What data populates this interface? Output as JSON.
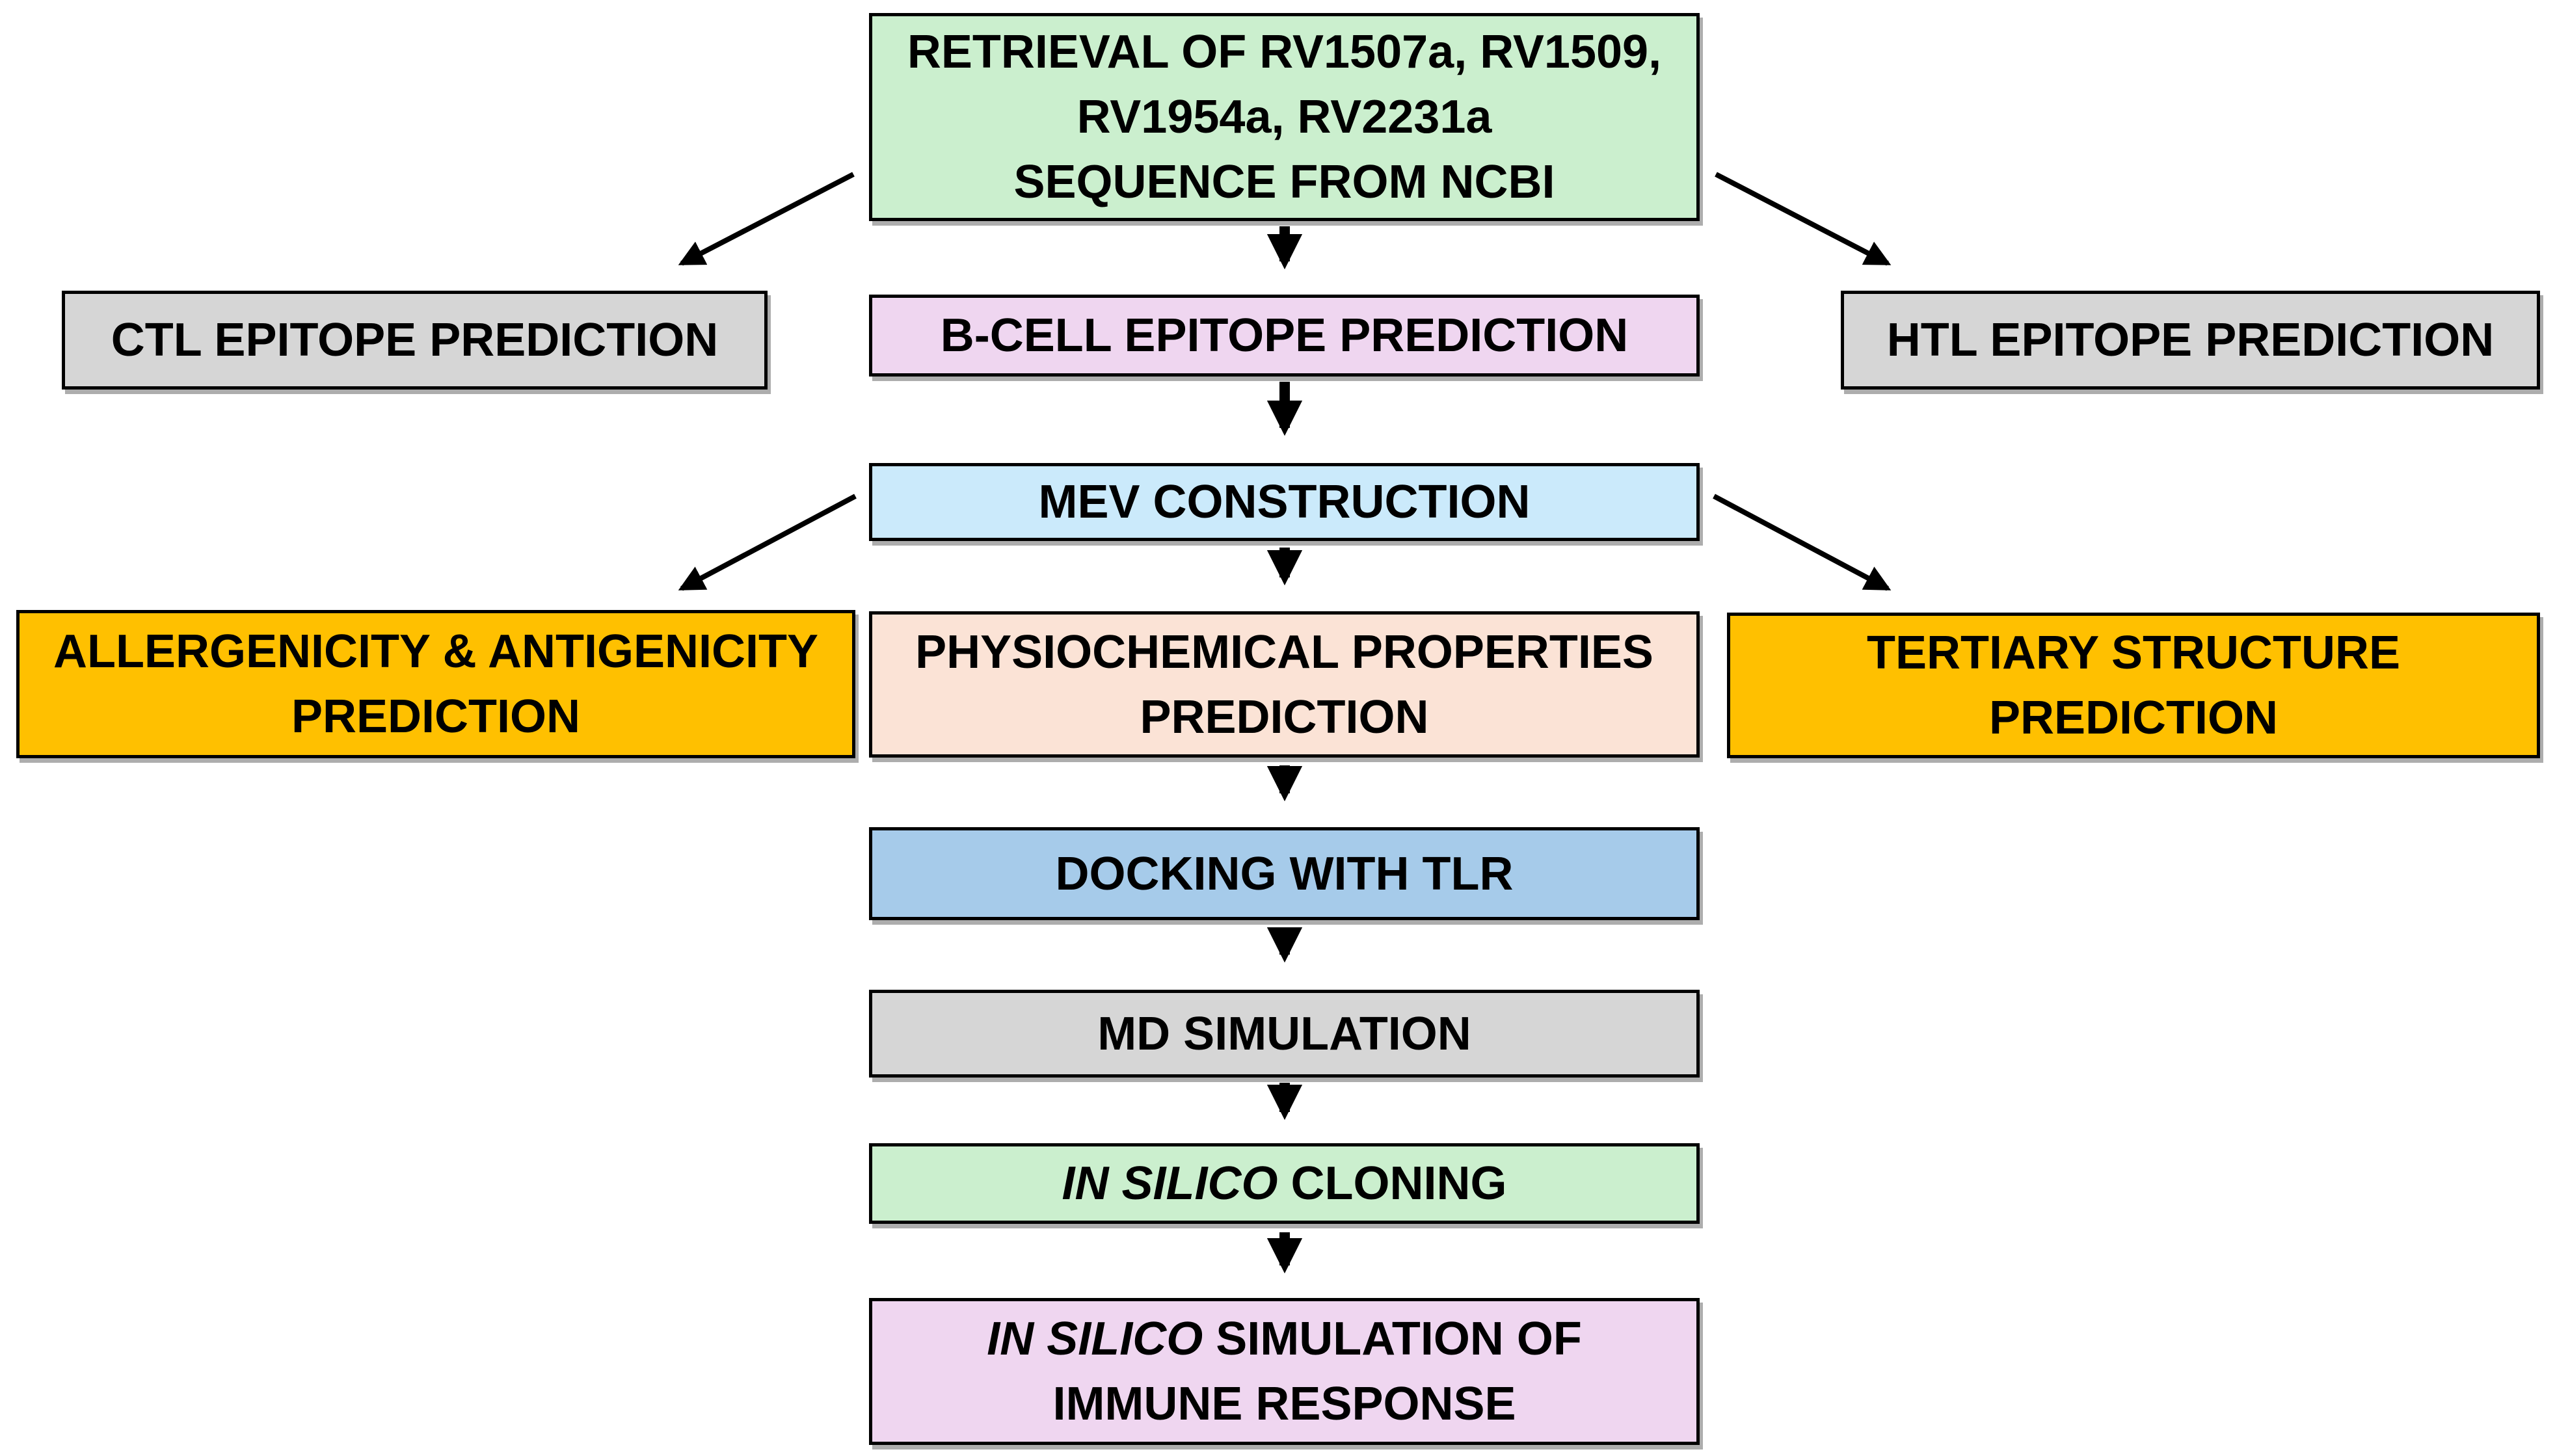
{
  "page": {
    "background": "#FFFFFF"
  },
  "diagram": {
    "type": "flowchart",
    "boxes": {
      "retrieval": {
        "label": "RETRIEVAL OF RV1507a, RV1509,\nRV1954a, RV2231a\nSEQUENCE FROM NCBI",
        "fill": "#CBEFCE"
      },
      "ctl": {
        "label": "CTL EPITOPE PREDICTION",
        "fill": "#D6D6D6"
      },
      "bcell": {
        "label": "B-CELL EPITOPE PREDICTION",
        "fill": "#EFD6F0"
      },
      "htl": {
        "label": "HTL EPITOPE PREDICTION",
        "fill": "#D6D6D6"
      },
      "mev": {
        "label": "MEV CONSTRUCTION",
        "fill": "#CBEAFB"
      },
      "allergenicity": {
        "label": "ALLERGENICITY & ANTIGENICITY\nPREDICTION",
        "fill": "#FFC000"
      },
      "physiochemical": {
        "label": "PHYSIOCHEMICAL PROPERTIES\nPREDICTION",
        "fill": "#FBE3D6"
      },
      "tertiary": {
        "label": "TERTIARY STRUCTURE\nPREDICTION",
        "fill": "#FFC000"
      },
      "docking": {
        "label": "DOCKING WITH TLR",
        "fill": "#A6CBEA"
      },
      "md": {
        "label": "MD SIMULATION",
        "fill": "#D6D6D6"
      },
      "cloning": {
        "label_italic": "IN SILICO",
        "label_rest": " CLONING",
        "fill": "#CBEFCE"
      },
      "immune": {
        "label_italic": "IN SILICO",
        "label_rest": " SIMULATION OF\nIMMUNE RESPONSE",
        "fill": "#EFD6F0"
      }
    },
    "edges": [
      {
        "from": "retrieval",
        "to": "ctl"
      },
      {
        "from": "retrieval",
        "to": "bcell"
      },
      {
        "from": "retrieval",
        "to": "htl"
      },
      {
        "from": "bcell",
        "to": "mev"
      },
      {
        "from": "mev",
        "to": "allergenicity"
      },
      {
        "from": "mev",
        "to": "physiochemical"
      },
      {
        "from": "mev",
        "to": "tertiary"
      },
      {
        "from": "physiochemical",
        "to": "docking"
      },
      {
        "from": "docking",
        "to": "md"
      },
      {
        "from": "md",
        "to": "cloning"
      },
      {
        "from": "cloning",
        "to": "immune"
      }
    ],
    "colors": {
      "border": "#000000",
      "text": "#000000",
      "arrow": "#000000"
    }
  }
}
